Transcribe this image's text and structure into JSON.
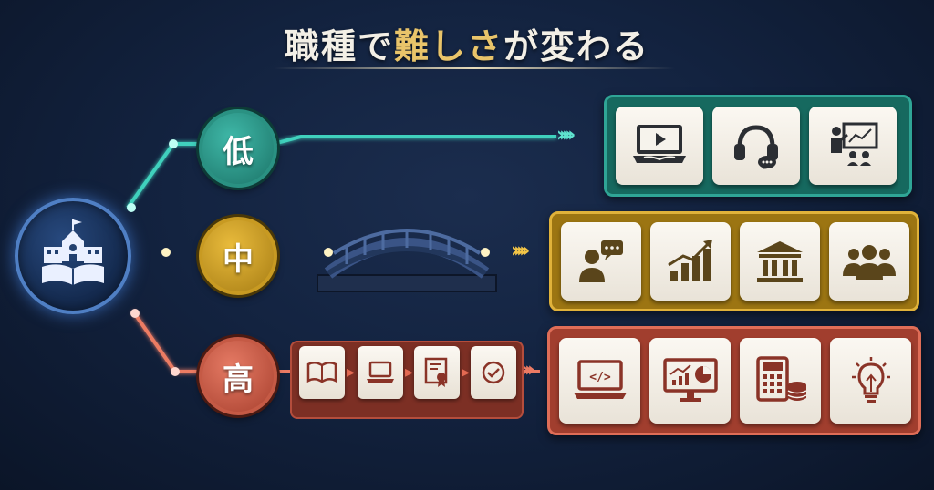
{
  "title": {
    "part1": "職種で",
    "part2": "難しさ",
    "part3": "が変わる"
  },
  "hub": {
    "icon": "school-building-book-icon"
  },
  "levels": [
    {
      "key": "low",
      "label": "低",
      "color": "#2a9182"
    },
    {
      "key": "mid",
      "label": "中",
      "color": "#d4a52a"
    },
    {
      "key": "high",
      "label": "高",
      "color": "#d2654f"
    }
  ],
  "panels": {
    "low": [
      "laptop-video-course-icon",
      "headset-support-icon",
      "teacher-presentation-icon"
    ],
    "mid": [
      "person-speech-bubble-icon",
      "growth-chart-icon",
      "bank-building-icon",
      "team-group-icon"
    ],
    "high": [
      "laptop-code-icon",
      "analytics-monitor-icon",
      "calculator-coins-icon",
      "lightbulb-idea-icon"
    ]
  },
  "high_steps": [
    "open-book-icon",
    "laptop-icon",
    "certificate-icon",
    "checkmark-badge-icon"
  ],
  "mid_obstacle": "bridge-icon"
}
